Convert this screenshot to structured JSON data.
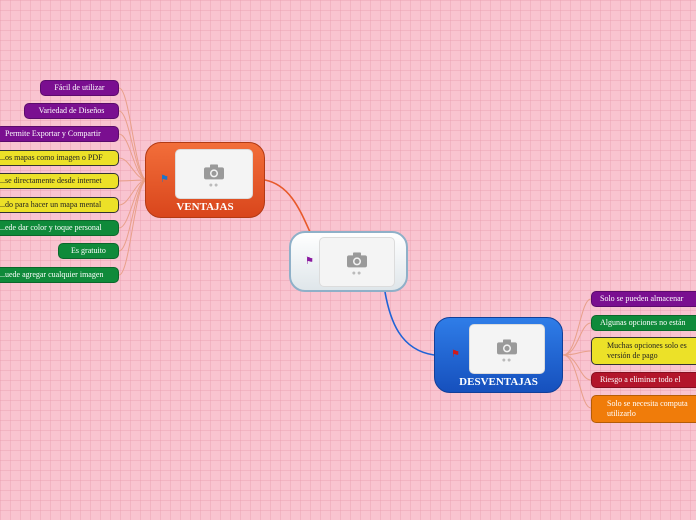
{
  "center": {
    "flag_color": "#8a1aa0",
    "image_icon": "camera-icon"
  },
  "ventajas": {
    "label": "VENTAJAS",
    "color": "#e8592a",
    "flag_color": "#1e73c8",
    "items": [
      {
        "text": "Fácil de utilizar",
        "color": "purple"
      },
      {
        "text": "Variedad de Diseños",
        "color": "purple"
      },
      {
        "text": "Permite Exportar y Compartir",
        "color": "purple"
      },
      {
        "text": "...os mapas como imagen o PDF",
        "color": "yellow"
      },
      {
        "text": "...se directamente desde internet",
        "color": "yellow"
      },
      {
        "text": "...do para hacer un mapa mental",
        "color": "yellow"
      },
      {
        "text": "...ede dar color y toque personal",
        "color": "green"
      },
      {
        "text": "Es gratuito",
        "color": "green"
      },
      {
        "text": "...uede agregar cualquier imagen",
        "color": "green"
      }
    ]
  },
  "desventajas": {
    "label": "DESVENTAJAS",
    "color": "#1f63d6",
    "flag_color": "#d01a1a",
    "items": [
      {
        "text": "Solo se pueden almacenar",
        "color": "purple"
      },
      {
        "text": "Algunas opciones no están",
        "color": "green"
      },
      {
        "text": "Muchas opciones solo es... versión de pago",
        "line1": "Muchas opciones solo es",
        "line2": "versión de pago",
        "color": "yellow"
      },
      {
        "text": "Riesgo a eliminar todo el",
        "color": "red"
      },
      {
        "text": "Solo se necesita computa... utilizarlo",
        "line1": "Solo se necesita computa",
        "line2": "utilizarlo",
        "color": "orange"
      }
    ]
  }
}
